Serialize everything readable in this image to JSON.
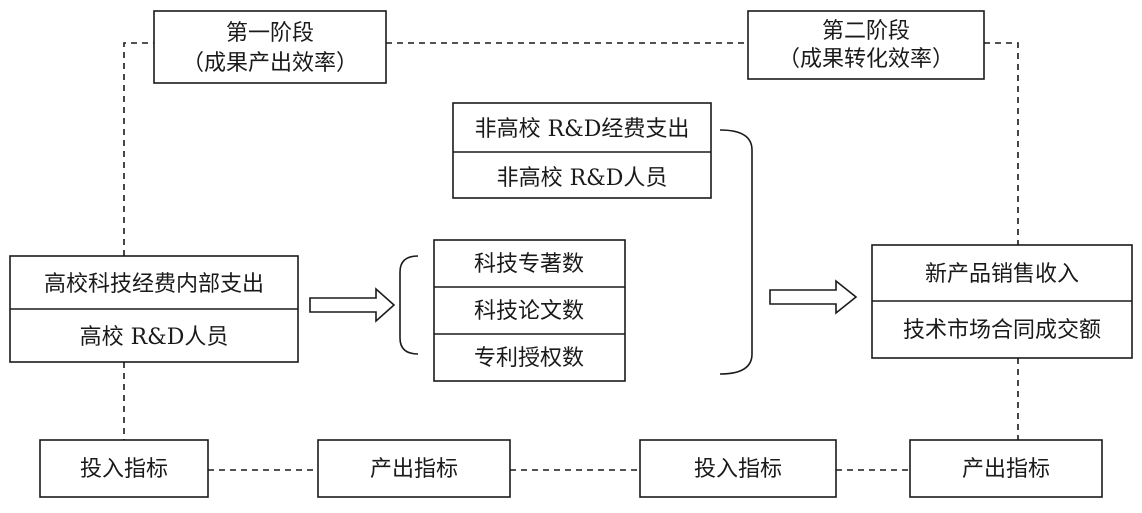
{
  "stage1": {
    "title": "第一阶段",
    "subtitle": "（成果产出效率）"
  },
  "stage2": {
    "title": "第二阶段",
    "subtitle": "（成果转化效率）"
  },
  "stage1_inputs": [
    "高校科技经费内部支出",
    "高校 R&D人员"
  ],
  "intermediate_outputs": [
    "科技专著数",
    "科技论文数",
    "专利授权数"
  ],
  "extra_inputs": [
    "非高校 R&D经费支出",
    "非高校 R&D人员"
  ],
  "final_outputs": [
    "新产品销售收入",
    "技术市场合同成交额"
  ],
  "indicators": [
    "投入指标",
    "产出指标",
    "投入指标",
    "产出指标"
  ]
}
